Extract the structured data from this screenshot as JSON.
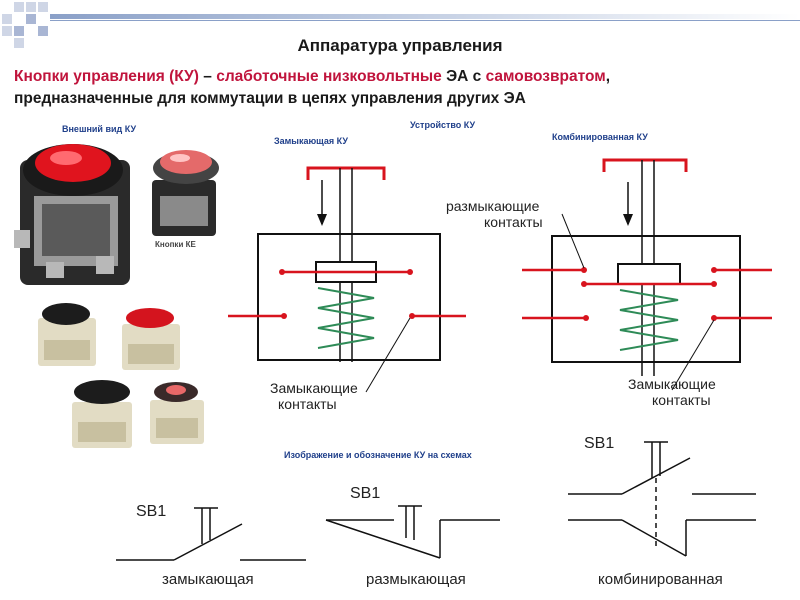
{
  "header": {
    "title": "Аппаратура управления",
    "line1_parts": [
      {
        "text": "Кнопки управления (КУ)",
        "hl": true
      },
      {
        "text": " – ",
        "hl": false
      },
      {
        "text": "слаботочные низковольтные",
        "hl": true
      },
      {
        "text": " ЭА с ",
        "hl": false
      },
      {
        "text": "самовозвратом",
        "hl": true
      },
      {
        "text": ",",
        "hl": false
      }
    ],
    "line2": "предназначенные для коммутации в цепях управления других ЭА"
  },
  "captions": {
    "appearance": "Внешний вид КУ",
    "device": "Устройство КУ",
    "closing_ku": "Замыкающая КУ",
    "combined_ku": "Комбинированная КУ",
    "kke_buttons": "Кнопки КЕ",
    "schematic": "Изображение и обозначение КУ на схемах"
  },
  "labels": {
    "closing_contacts_1": "Замыкающие",
    "closing_contacts_2": "контакты",
    "opening_contacts_1": "размыкающие",
    "opening_contacts_2": "контакты"
  },
  "symbols": {
    "sb1": "SB1",
    "closing": "замыкающая",
    "opening": "размыкающая",
    "combined": "комбинированная"
  },
  "colors": {
    "accent_red": "#c0143c",
    "caption_blue": "#1f3f8a",
    "contact_red": "#d8141e",
    "spring_green": "#2e8b57"
  }
}
